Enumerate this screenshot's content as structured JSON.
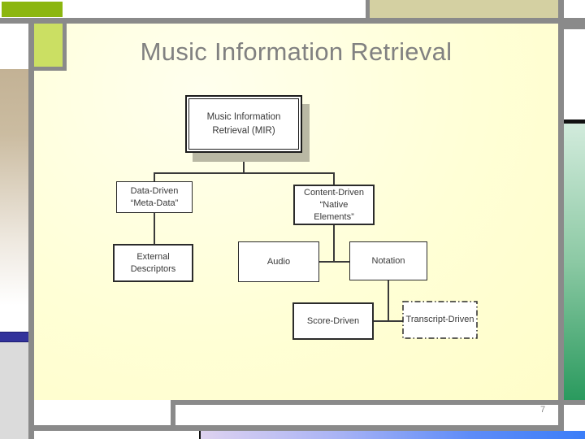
{
  "slide": {
    "title": "Music Information Retrieval",
    "page_number": "7"
  },
  "diagram": {
    "nodes": [
      {
        "id": "mir",
        "lines": [
          "Music Information",
          "Retrieval (MIR)"
        ]
      },
      {
        "id": "data-driven",
        "lines": [
          "Data-Driven",
          "“Meta-Data”"
        ]
      },
      {
        "id": "content-driven",
        "lines": [
          "Content-Driven",
          "“Native",
          "Elements”"
        ]
      },
      {
        "id": "external-descriptors",
        "lines": [
          "External",
          "Descriptors"
        ]
      },
      {
        "id": "audio",
        "lines": [
          "Audio"
        ]
      },
      {
        "id": "notation",
        "lines": [
          "Notation"
        ]
      },
      {
        "id": "score-driven",
        "lines": [
          "Score-Driven"
        ]
      },
      {
        "id": "transcript-driven",
        "lines": [
          "Transcript-Driven"
        ]
      }
    ],
    "edges": [
      "mir->data-driven",
      "mir->content-driven",
      "data-driven->external-descriptors",
      "content-driven->audio",
      "content-driven->notation",
      "notation->score-driven",
      "notation->transcript-driven"
    ]
  },
  "colors": {
    "slide_background": "#FFFFD2",
    "title_text": "#818181",
    "frame_gray": "#8A8A8A",
    "accent_green_dark": "#8CB60F",
    "accent_green_light": "#CBDF63",
    "top_tan_box": "#D4D0A2",
    "left_tan_column": "#C3B295",
    "left_navy_bar": "#32329B",
    "left_gray_column": "#DBDBDB",
    "right_green_top": "#D2EBDC",
    "right_green_bottom": "#2A9A5E",
    "footer_gradient_left": "#DED2F0",
    "footer_gradient_right": "#3B7EF8",
    "node_border": "#2B2B2B",
    "node_text": "#383838",
    "mir_shadow": "#B9B8A4"
  }
}
